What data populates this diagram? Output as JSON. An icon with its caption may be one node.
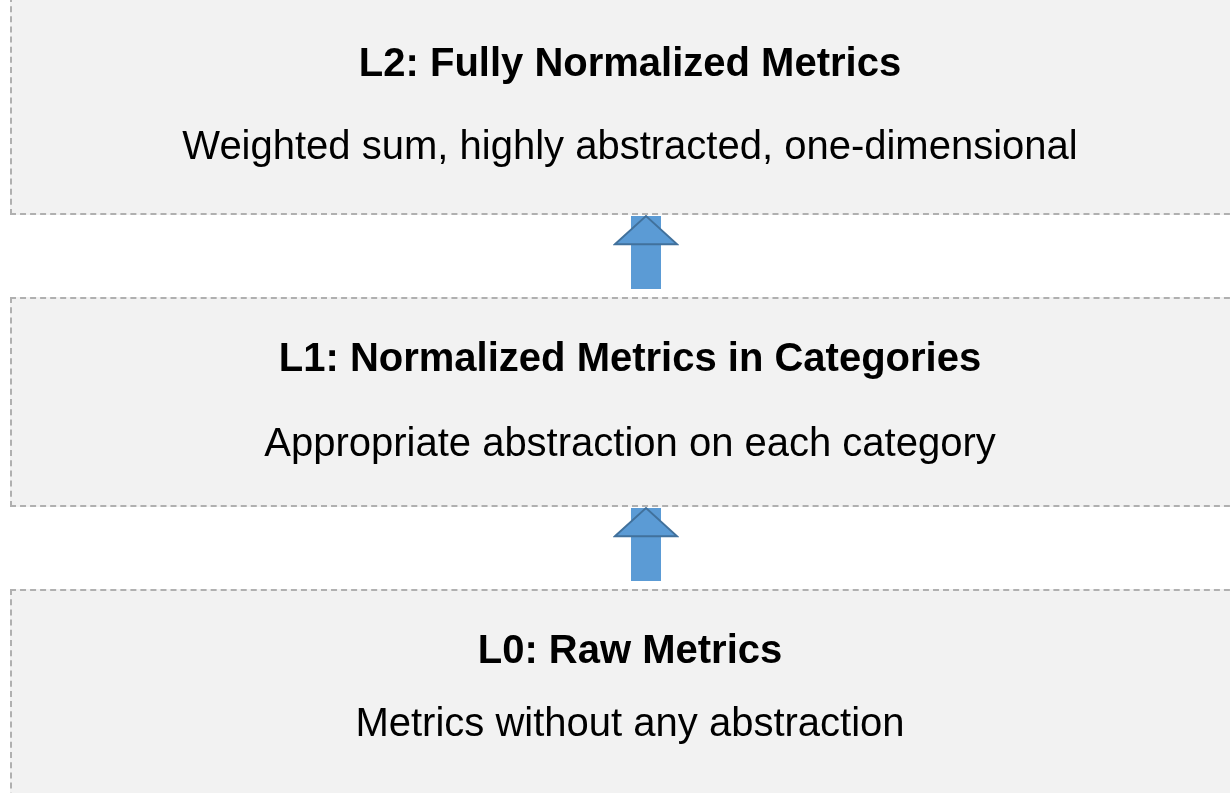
{
  "diagram": {
    "nodes": [
      {
        "text": [
          "L2: Fully Normalized Metrics",
          "Weighted sum, highly abstracted, one-dimensional"
        ]
      },
      {
        "text": [
          "L1: Normalized Metrics in Categories",
          "Appropriate abstraction on each category"
        ]
      },
      {
        "text": [
          "L0: Raw Metrics",
          "Metrics without any abstraction"
        ]
      }
    ],
    "edges": [
      {
        "from": 2,
        "to": 1,
        "arrow": "to"
      },
      {
        "from": 1,
        "to": 0,
        "arrow": "to"
      }
    ]
  }
}
